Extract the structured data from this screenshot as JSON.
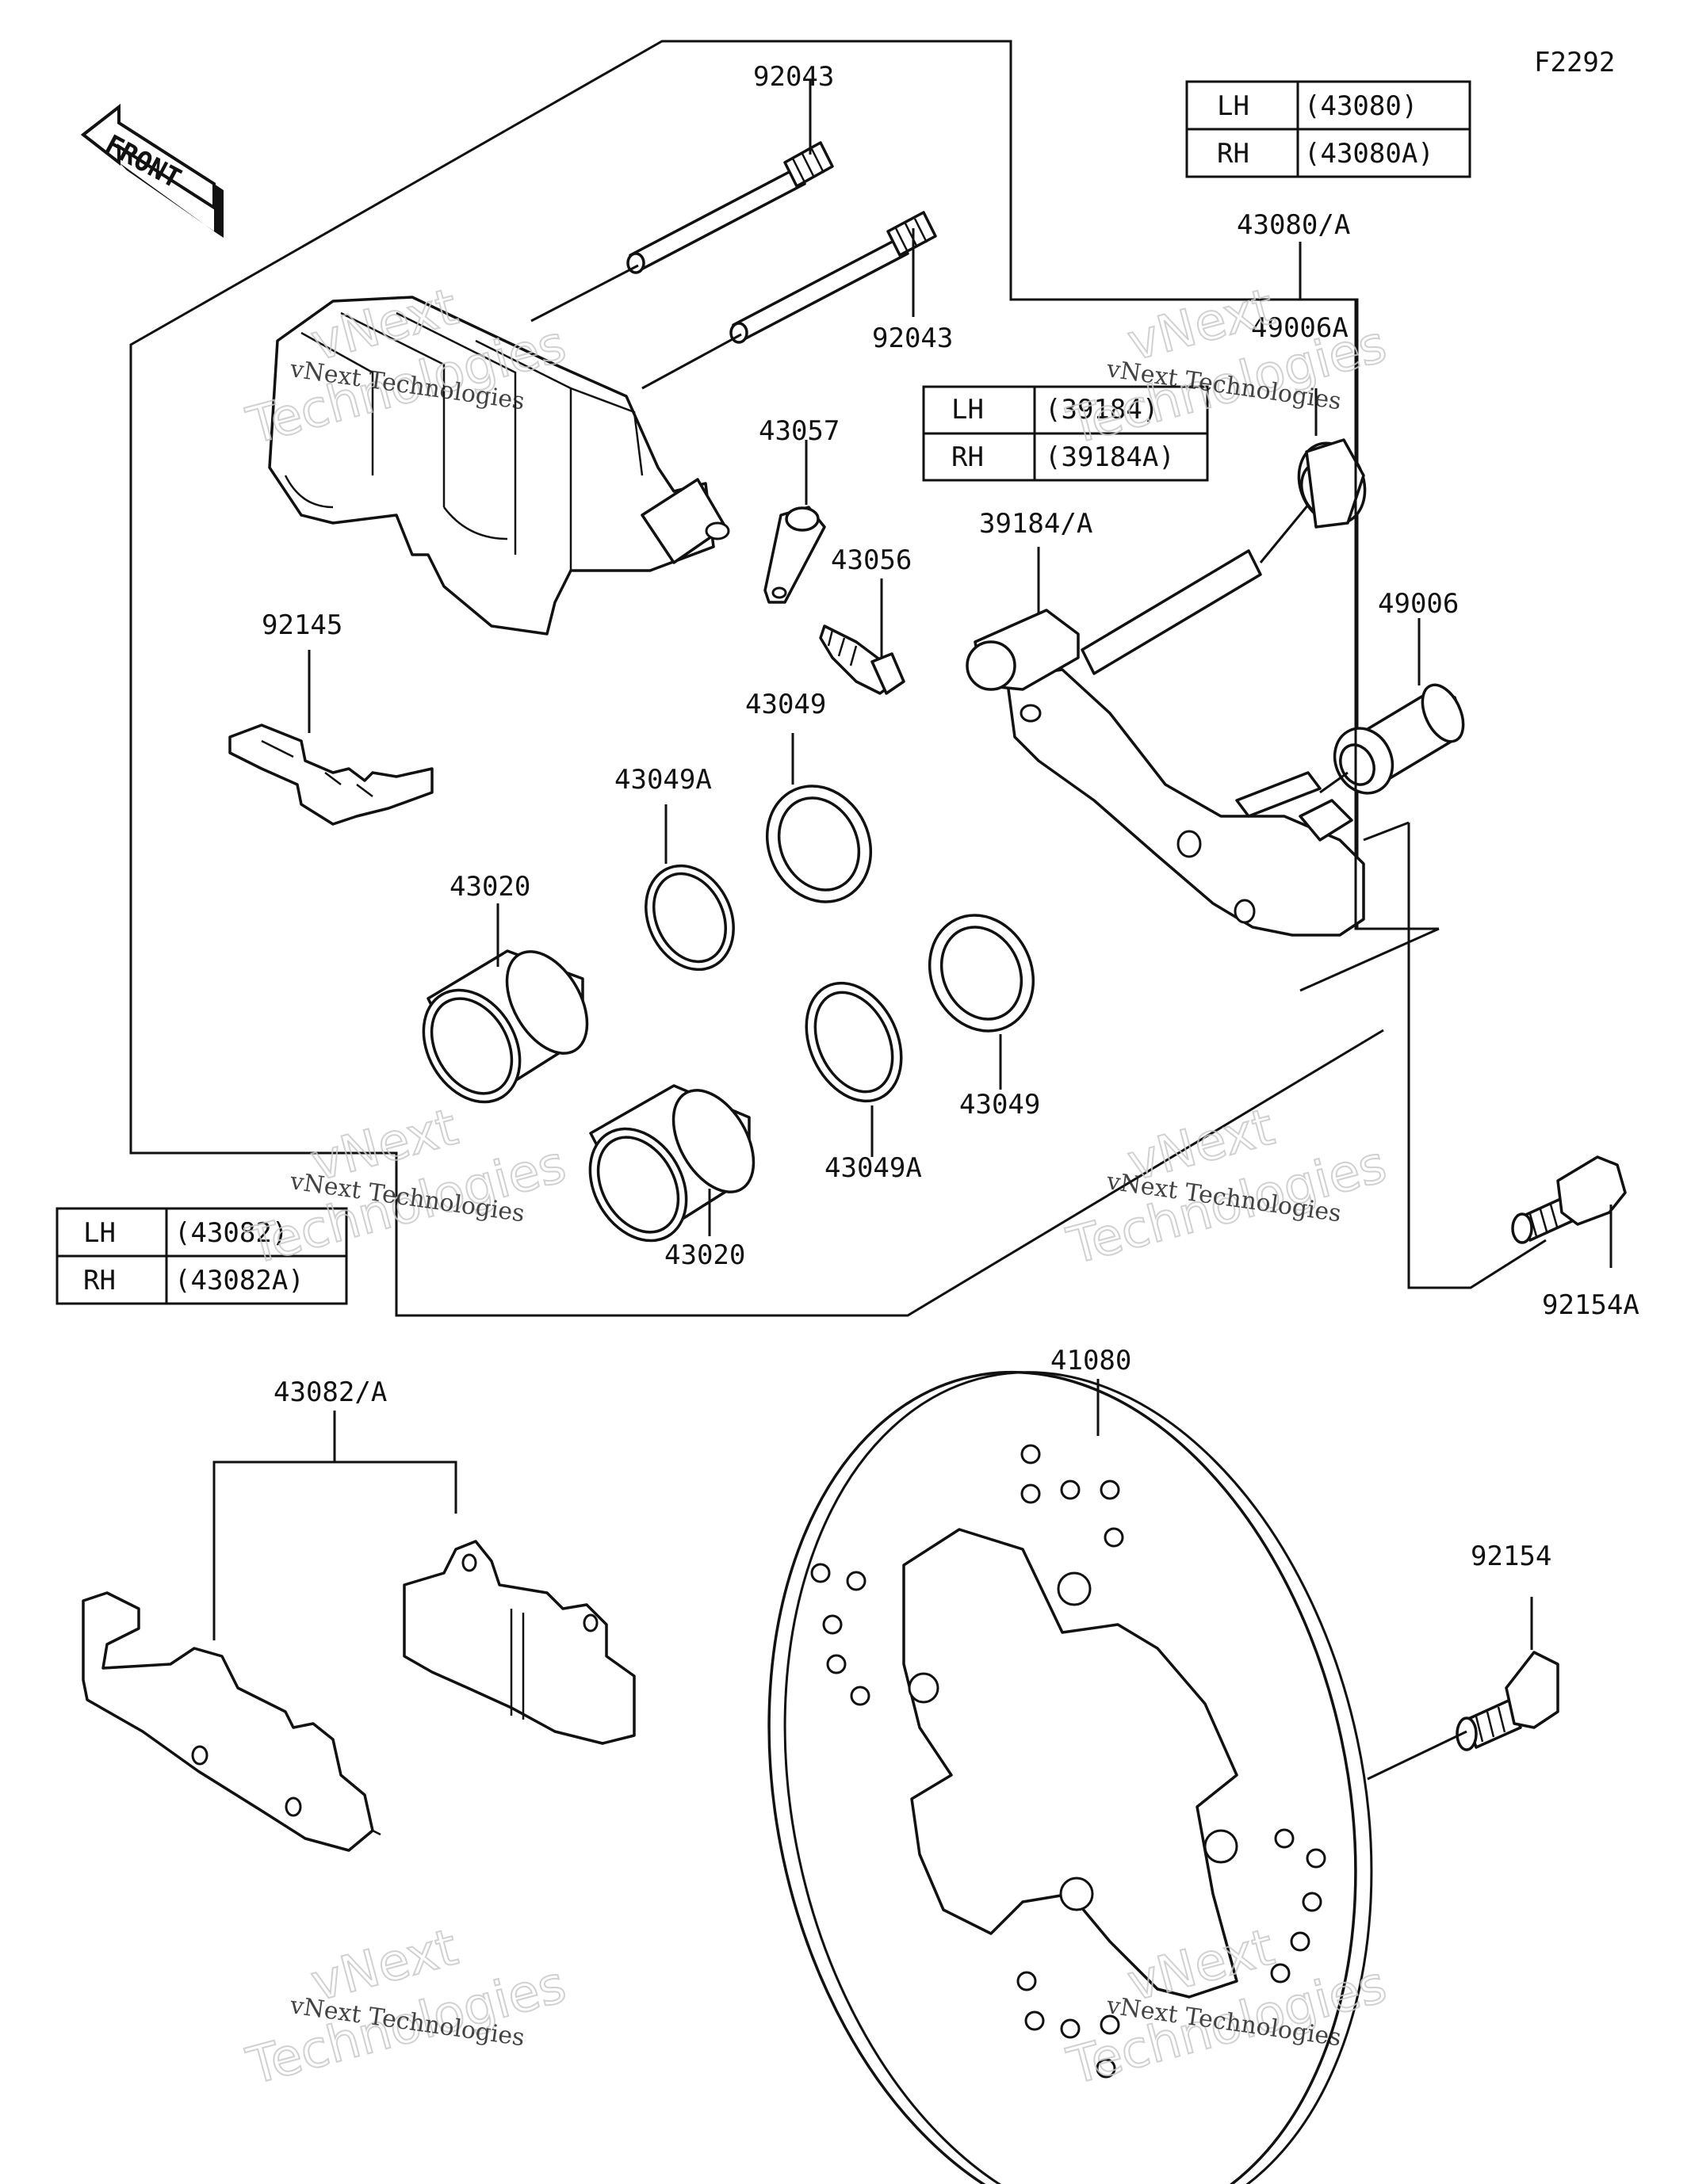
{
  "figure_code": "F2292",
  "front_arrow_label": "FRONT",
  "icons": {
    "front_arrow": "front-arrow-icon"
  },
  "part_numbers": {
    "caliper_pin_top": "92043",
    "caliper_pin_second": "92043",
    "bracket_assy": "43080/A",
    "boot_a": "49006A",
    "bracket_holder": "39184/A",
    "bleeder_cap": "43057",
    "bleeder_valve": "43056",
    "boot": "49006",
    "pad_spring": "92145",
    "seal_upper": "43049",
    "seal_a_upper": "43049A",
    "piston_upper": "43020",
    "seal_lower": "43049",
    "seal_a_lower": "43049A",
    "piston_lower": "43020",
    "bolt_a": "92154A",
    "pad_assy": "43082/A",
    "disc": "41080",
    "bolt": "92154"
  },
  "tables": {
    "bracket": {
      "rows": [
        {
          "side": "LH",
          "code": "(43080)"
        },
        {
          "side": "RH",
          "code": "(43080A)"
        }
      ]
    },
    "holder": {
      "rows": [
        {
          "side": "LH",
          "code": "(39184)"
        },
        {
          "side": "RH",
          "code": "(39184A)"
        }
      ]
    },
    "pads": {
      "rows": [
        {
          "side": "LH",
          "code": "(43082)"
        },
        {
          "side": "RH",
          "code": "(43082A)"
        }
      ]
    }
  },
  "watermark": {
    "line1": "vNext Technologies",
    "big_top": "vNext",
    "big_bottom": "Technologies"
  }
}
